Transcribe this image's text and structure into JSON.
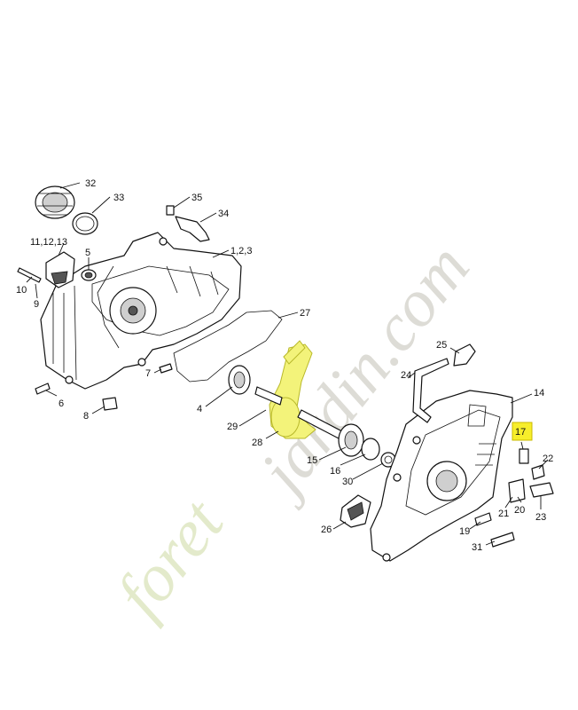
{
  "watermark": {
    "part1": "foret",
    "part2": "jardin.com"
  },
  "highlighted_part": "17",
  "callouts": {
    "p1": "1,2,3",
    "p4": "4",
    "p5": "5",
    "p6": "6",
    "p7": "7",
    "p8": "8",
    "p9": "9",
    "p10": "10",
    "p11": "11,12,13",
    "p14": "14",
    "p15": "15",
    "p16": "16",
    "p17": "17",
    "p19": "19",
    "p20": "20",
    "p21": "21",
    "p22": "22",
    "p23": "23",
    "p24": "24",
    "p25": "25",
    "p26": "26",
    "p27": "27",
    "p28": "28",
    "p29": "29",
    "p30": "30",
    "p31": "31",
    "p32": "32",
    "p33": "33",
    "p34": "34",
    "p35": "35"
  }
}
